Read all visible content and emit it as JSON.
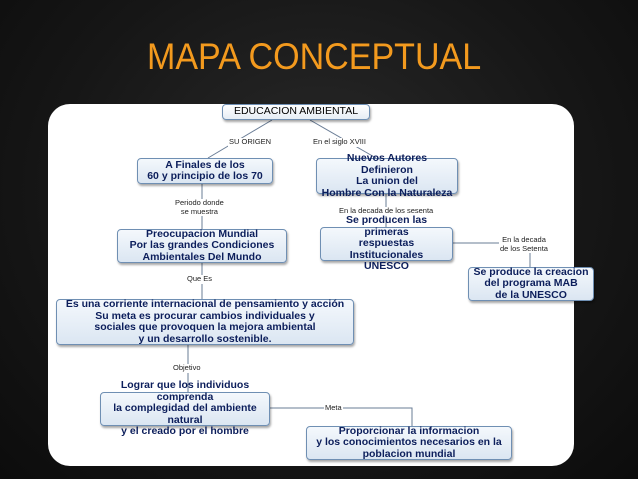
{
  "title": "MAPA CONCEPTUAL",
  "map": {
    "root": "EDUCACION AMBIENTAL",
    "nodes": {
      "origen": "A Finales de los\n60 y principio de los 70",
      "autores": "Nuevos Autores Definieron\nLa union del\nHombre Con la Naturaleza",
      "preocupacion": "Preocupacion Mundial\nPor las grandes Condiciones\nAmbientales Del Mundo",
      "respuestas": "Se producen las primeras\nrespuestas Institucionales\nUNESCO",
      "mab": "Se produce la creacion\ndel programa MAB\nde la UNESCO",
      "corriente": "Es una corriente internacional de pensamiento y acción\nSu meta es procurar cambios individuales y\nsociales que provoquen la mejora ambiental\ny un desarrollo sostenible.",
      "lograr": "Lograr que los individuos comprenda\nla complegidad del ambiente natural\ny el creado por el hombre",
      "proporcionar": "Proporcionar la informacion\ny los conocimientos necesarios en la\npoblacion mundial"
    },
    "links": {
      "su_origen": "SU ORIGEN",
      "siglo": "En el siglo XVIII",
      "periodo": "Periodo donde\nse muestra",
      "sesenta": "En la decada de los sesenta",
      "setenta": "En la decada\nde los Setenta",
      "que_es": "Que Es",
      "objetivo": "Objetivo",
      "meta": "Meta"
    }
  }
}
